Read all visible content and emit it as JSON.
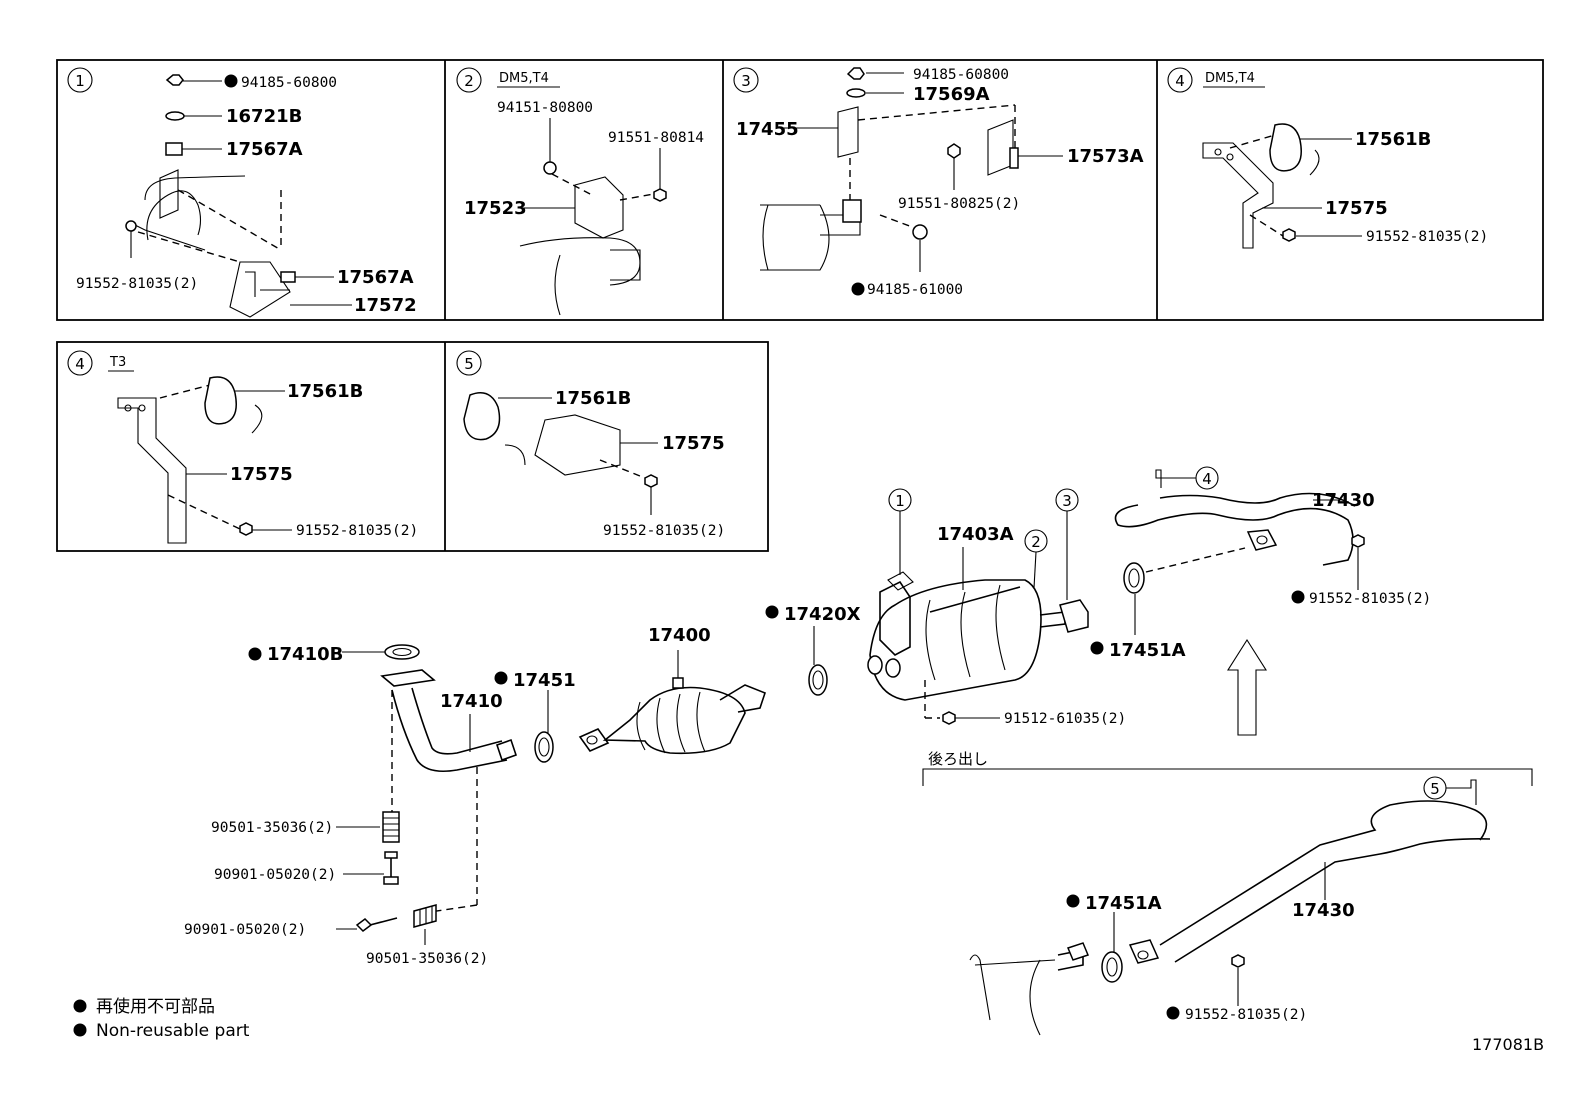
{
  "panels": {
    "p1": {
      "index": "1",
      "labels": [
        "94185-60800",
        "16721B",
        "17567A",
        "17567A",
        "17572",
        "91552-81035(2)"
      ]
    },
    "p2": {
      "index": "2",
      "tag": "DM5,T4",
      "labels": [
        "94151-80800",
        "91551-80814",
        "17523"
      ]
    },
    "p3": {
      "index": "3",
      "labels": [
        "94185-60800",
        "17569A",
        "17455",
        "17573A",
        "91551-80825(2)",
        "94185-61000"
      ]
    },
    "p4a": {
      "index": "4",
      "tag": "DM5,T4",
      "labels": [
        "17561B",
        "17575",
        "91552-81035(2)"
      ]
    },
    "p4b": {
      "index": "4",
      "tag": "T3",
      "labels": [
        "17561B",
        "17575",
        "91552-81035(2)"
      ]
    },
    "p5": {
      "index": "5",
      "labels": [
        "17561B",
        "17575",
        "91552-81035(2)"
      ]
    }
  },
  "main": {
    "labels": {
      "l17410B": "17410B",
      "l17410": "17410",
      "l17451": "17451",
      "l17400": "17400",
      "l17420X": "17420X",
      "l17403A": "17403A",
      "l17451A": "17451A",
      "l17430": "17430",
      "l91552": "91552-81035(2)",
      "l91512": "91512-61035(2)",
      "l90501a": "90501-35036(2)",
      "l90901a": "90901-05020(2)",
      "l90901b": "90901-05020(2)",
      "l90501b": "90501-35036(2)"
    },
    "callouts": [
      "1",
      "2",
      "3",
      "4"
    ]
  },
  "rear": {
    "heading": "後ろ出し",
    "callout": "5",
    "labels": {
      "l17451A": "17451A",
      "l17430": "17430",
      "l91552": "91552-81035(2)"
    }
  },
  "legend": {
    "ja": "再使用不可部品",
    "en": "Non-reusable part"
  },
  "figure_code": "177081B"
}
